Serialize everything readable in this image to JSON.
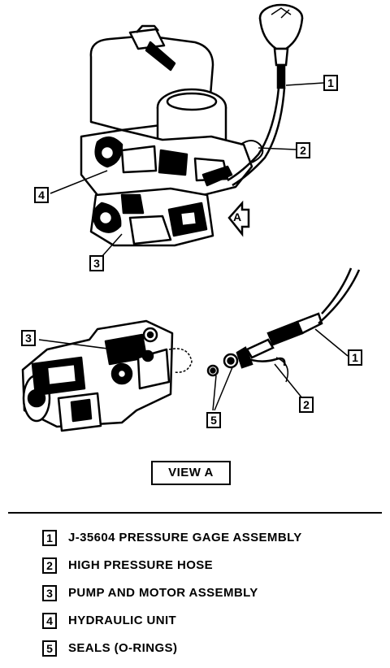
{
  "callouts": {
    "top_1": "1",
    "top_2": "2",
    "top_3": "3",
    "top_4": "4",
    "view_a_arrow": "A",
    "lower_1": "1",
    "lower_2": "2",
    "lower_3": "3",
    "lower_5": "5"
  },
  "view_label": "VIEW A",
  "legend": [
    {
      "number": "1",
      "text": "J-35604 PRESSURE GAGE ASSEMBLY"
    },
    {
      "number": "2",
      "text": "HIGH PRESSURE HOSE"
    },
    {
      "number": "3",
      "text": "PUMP AND MOTOR ASSEMBLY"
    },
    {
      "number": "4",
      "text": "HYDRAULIC UNIT"
    },
    {
      "number": "5",
      "text": "SEALS (O-RINGS)"
    }
  ]
}
